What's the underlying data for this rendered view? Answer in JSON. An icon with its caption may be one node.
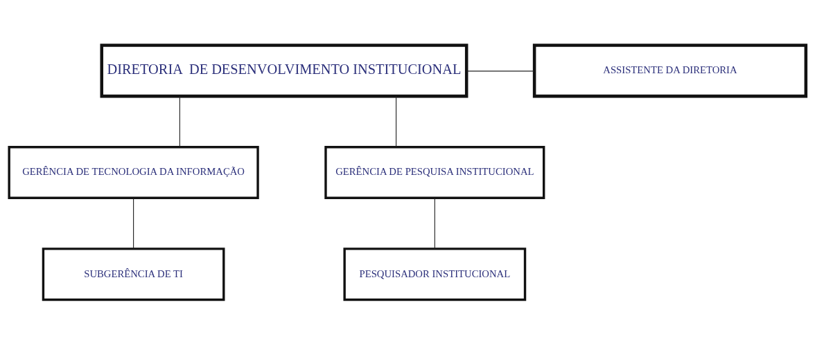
{
  "diagram": {
    "nodes": [
      {
        "text": [
          "DIRETORIA  DE DESENVOLVIMENTO INSTITUCIONAL"
        ]
      },
      {
        "text": [
          "ASSISTENTE DA DIRETORIA"
        ]
      },
      {
        "text": [
          "GERÊNCIA DE TECNOLOGIA DA INFORMAÇÃO"
        ]
      },
      {
        "text": [
          "GERÊNCIA DE PESQUISA INSTITUCIONAL"
        ]
      },
      {
        "text": [
          "SUBGERÊNCIA DE TI"
        ]
      },
      {
        "text": [
          "PESQUISADOR INSTITUCIONAL"
        ]
      }
    ],
    "edges": [
      {
        "from": 0,
        "to": 1,
        "arrow": "none"
      },
      {
        "from": 0,
        "to": 2,
        "arrow": "none"
      },
      {
        "from": 0,
        "to": 3,
        "arrow": "none"
      },
      {
        "from": 2,
        "to": 4,
        "arrow": "none"
      },
      {
        "from": 3,
        "to": 5,
        "arrow": "none"
      }
    ]
  }
}
